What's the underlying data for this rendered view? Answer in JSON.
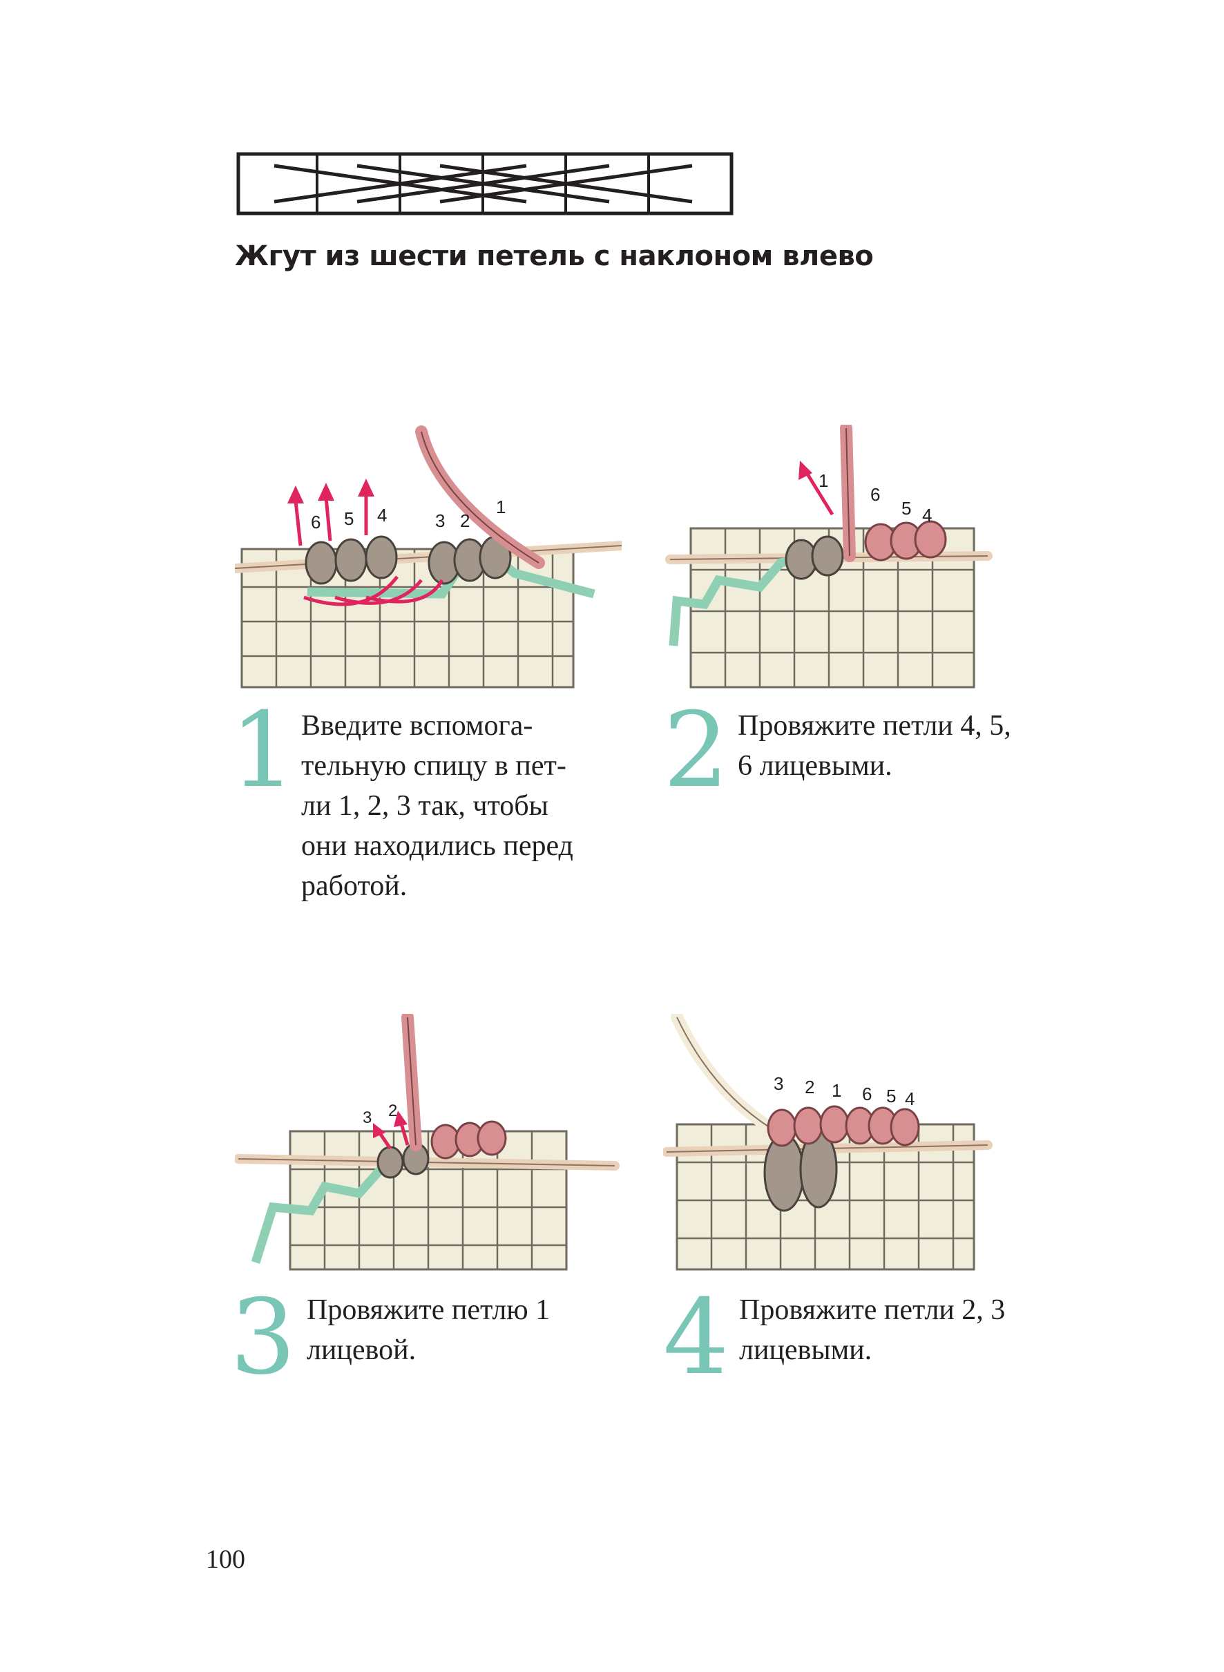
{
  "heading": "Жгут из шести петель с наклоном влево",
  "steps": [
    {
      "number": "1",
      "text": "Введите вспомога-\nтельную спицу в пет-\nли 1, 2, 3 так, чтобы\nони находились перед\nработой.",
      "labels": [
        "6",
        "5",
        "4",
        "3",
        "2",
        "1"
      ]
    },
    {
      "number": "2",
      "text": "Провяжите петли 4, 5,\n6 лицевыми.",
      "labels": [
        "1",
        "6",
        "5",
        "4"
      ]
    },
    {
      "number": "3",
      "text": "Провяжите петлю 1\nлицевой.",
      "labels": [
        "3",
        "2"
      ]
    },
    {
      "number": "4",
      "text": "Провяжите петли 2, 3\nлицевыми.",
      "labels": [
        "3",
        "2",
        "1",
        "6",
        "5",
        "4"
      ]
    }
  ],
  "page_number": "100",
  "colors": {
    "accent": "#79c6b6",
    "arrow": "#e0245e",
    "needle_pink": "#d88f92",
    "cable_needle": "#8fd0b5",
    "loop_taupe": "#a3968a",
    "fabric": "#f0eedb"
  }
}
